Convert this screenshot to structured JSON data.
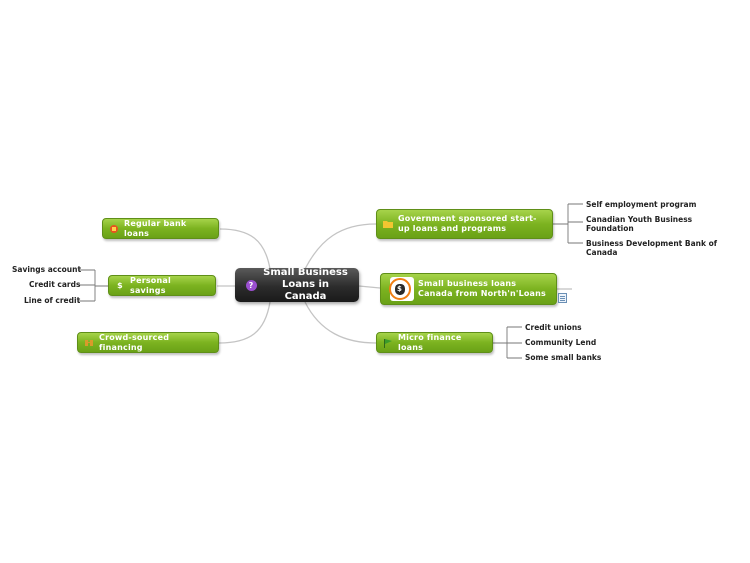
{
  "central": {
    "label": "Small Business Loans in Canada",
    "icon": "question-icon",
    "color": "#2c2c2c"
  },
  "accent": "#7cb320",
  "left_branches": [
    {
      "label": "Regular bank loans",
      "icon": "bank-icon"
    },
    {
      "label": "Personal savings",
      "icon": "dollar-icon",
      "children": [
        "Savings account",
        "Credit cards",
        "Line of credit"
      ]
    },
    {
      "label": "Crowd-sourced financing",
      "icon": "people-icon"
    }
  ],
  "right_branches": [
    {
      "label": "Government sponsored start-up loans and programs",
      "icon": "folder-icon",
      "children": [
        "Self employment program",
        "Canadian Youth Business Foundation",
        "Business Development Bank of Canada"
      ]
    },
    {
      "label": "Small business loans Canada from North'n'Loans",
      "icon": "money-bag-logo",
      "note_icon": "note-icon"
    },
    {
      "label": "Micro finance loans",
      "icon": "flag-icon",
      "children": [
        "Credit unions",
        "Community Lend",
        "Some small banks"
      ]
    }
  ]
}
